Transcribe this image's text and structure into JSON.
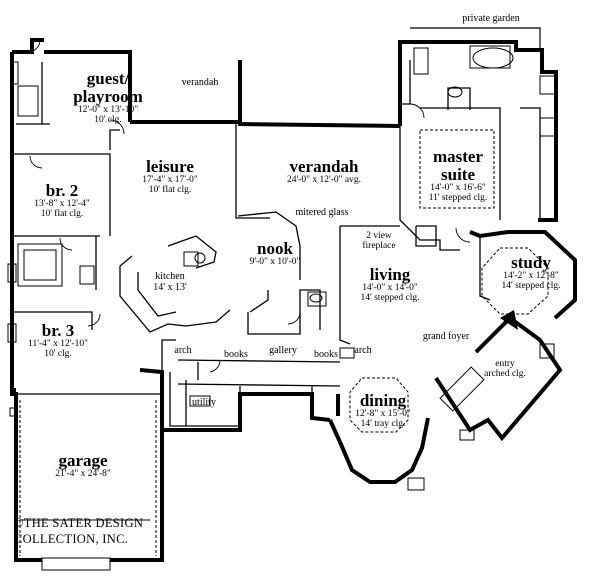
{
  "rooms": {
    "guest": {
      "name": "guest/",
      "name2": "playroom",
      "dim": "12'-0\" x 13'-10\"",
      "clg": "10' clg."
    },
    "br2": {
      "name": "br. 2",
      "dim": "13'-8\" x 12'-4\"",
      "clg": "10' flat clg."
    },
    "br3": {
      "name": "br. 3",
      "dim": "11'-4\" x 12'-10\"",
      "clg": "10' clg."
    },
    "leisure": {
      "name": "leisure",
      "dim": "17'-4\" x 17'-0\"",
      "clg": "10' flat clg."
    },
    "verandah_main": {
      "name": "verandah",
      "dim": "24'-0\" x 12'-0\" avg."
    },
    "master": {
      "name": "master",
      "name2": "suite",
      "dim": "14'-0\" x 16'-6\"",
      "clg": "11' stepped clg."
    },
    "nook": {
      "name": "nook",
      "dim": "9'-0\" x 10'-0\""
    },
    "kitchen": {
      "name": "kitchen",
      "dim": "14' x 13'"
    },
    "living": {
      "name": "living",
      "dim": "14'-0\" x 14'-0\"",
      "clg": "14' stepped clg."
    },
    "study": {
      "name": "study",
      "dim": "14'-2\" x 12'-8\"",
      "clg": "14' stepped clg."
    },
    "dining": {
      "name": "dining",
      "dim": "12'-8\" x 15'-0\"",
      "clg": "14' tray clg."
    },
    "garage": {
      "name": "garage",
      "dim": "21'-4\" x 24'-8\""
    }
  },
  "labels": {
    "private_garden": "private garden",
    "verandah_small": "verandah",
    "mitered_glass": "mitered glass",
    "fireplace_1": "2 view",
    "fireplace_2": "fireplace",
    "arch_left": "arch",
    "books_left": "books",
    "gallery": "gallery",
    "books_right": "books",
    "arch_right": "arch",
    "utility": "utility",
    "grand_foyer": "grand foyer",
    "entry_1": "entry",
    "entry_2": "arched clg."
  },
  "copyright": {
    "line1": "©THE SATER DESIGN",
    "line2": "COLLECTION, INC."
  }
}
